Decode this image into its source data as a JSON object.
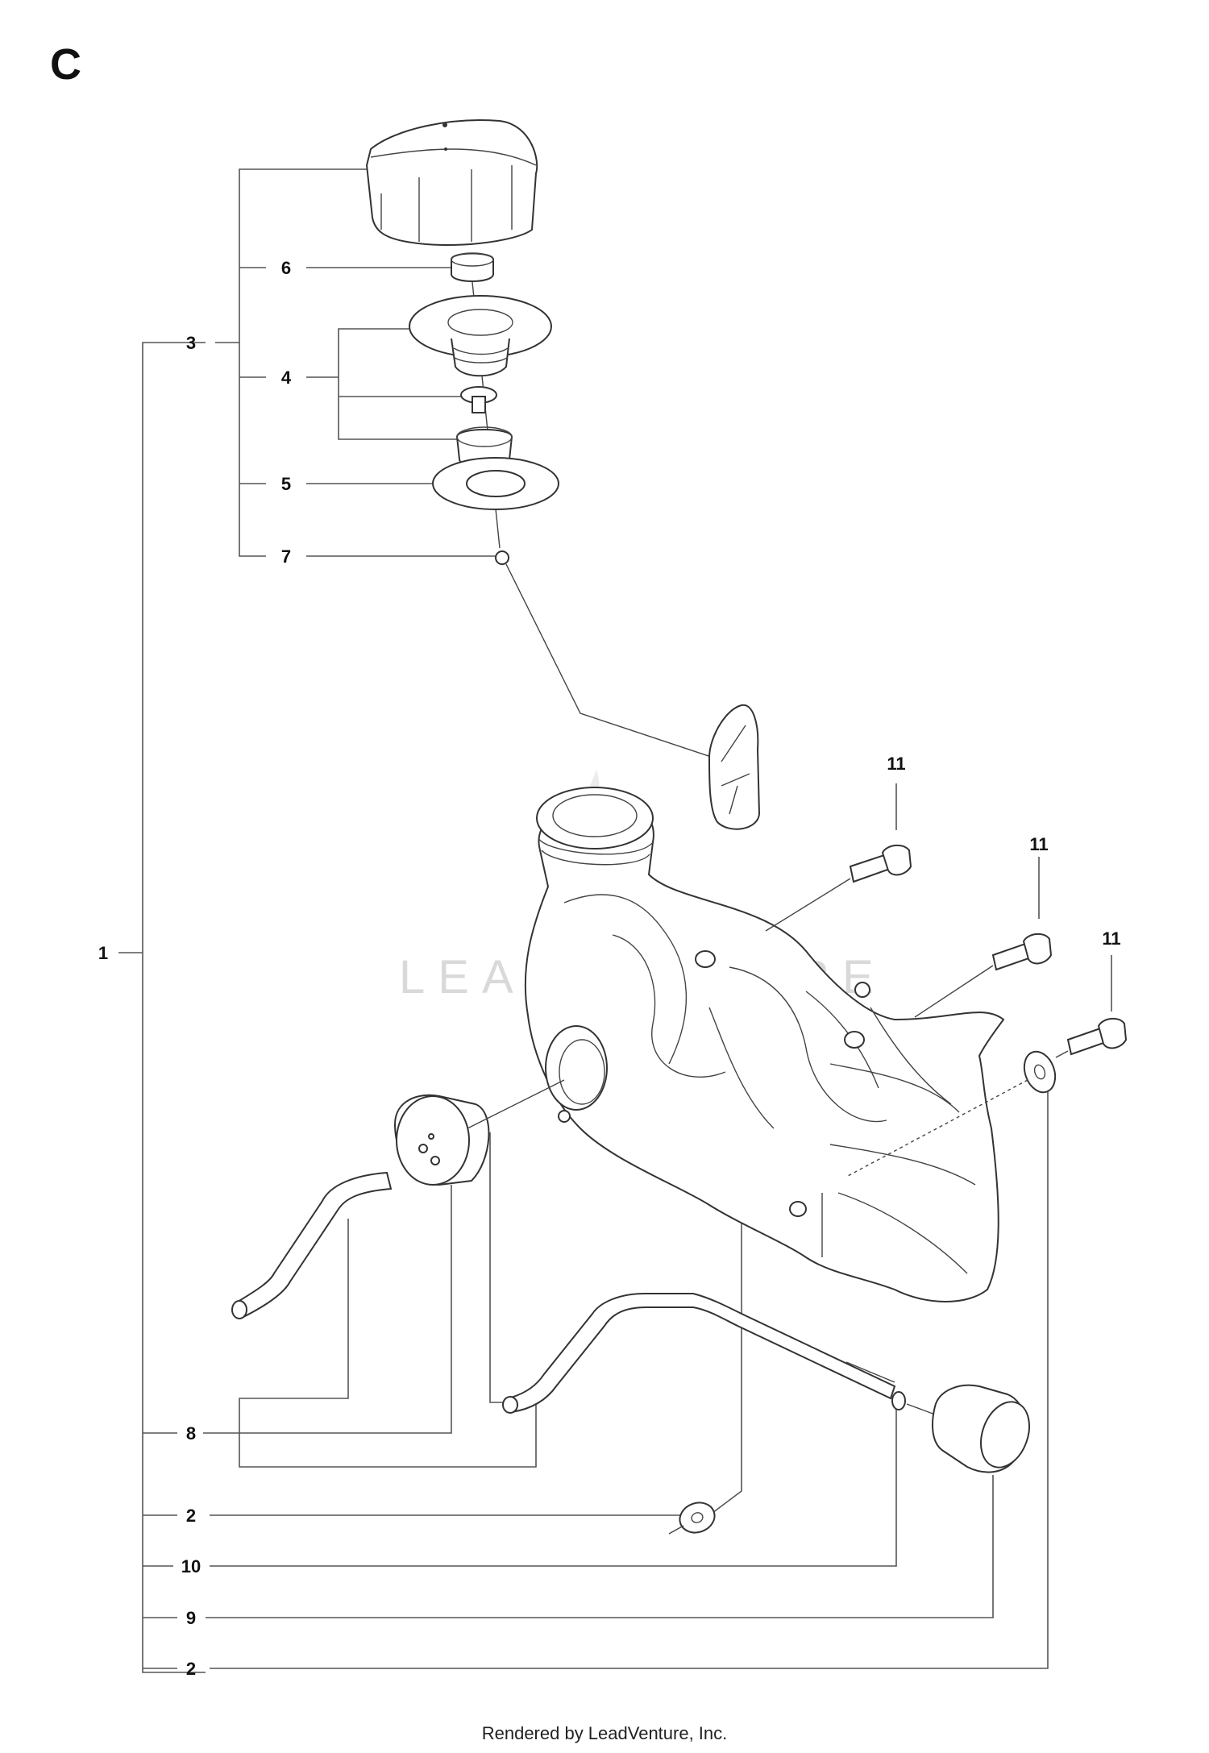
{
  "section_label": "C",
  "watermark": "LEADVENTURE",
  "footer": "Rendered by LeadVenture, Inc.",
  "callouts": {
    "c6": "6",
    "c3": "3",
    "c4": "4",
    "c5": "5",
    "c7": "7",
    "c1": "1",
    "c11a": "11",
    "c11b": "11",
    "c11c": "11",
    "c8": "8",
    "c2a": "2",
    "c10": "10",
    "c9": "9",
    "c2b": "2"
  }
}
